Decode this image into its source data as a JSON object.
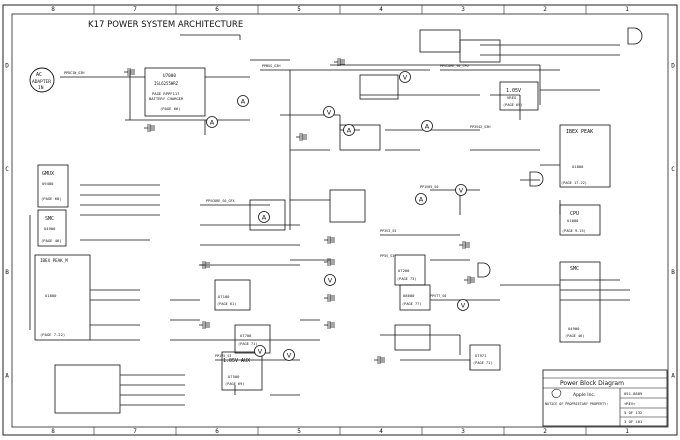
{
  "title": "K17 POWER SYSTEM ARCHITECTURE",
  "border": {
    "cols_top": [
      "8",
      "7",
      "6",
      "5",
      "4",
      "3",
      "2",
      "1"
    ],
    "rows_left": [
      "D",
      "C",
      "B",
      "A"
    ]
  },
  "blocks": {
    "ac_adapter": [
      "AC",
      "ADAPTER",
      "IN"
    ],
    "charger": [
      "U7000",
      "ISL6255HRZ",
      "PAGE RPPF11?",
      "BATTERY CHARGER",
      "(PAGE 66)"
    ],
    "gmux": [
      "GMUX",
      "U9480",
      "(PAGE 68)"
    ],
    "smc_left": [
      "SMC",
      "U4900",
      "(PAGE 46)"
    ],
    "ibex_peak_left": [
      "IBEX PEAK_M",
      "U1800",
      "(PAGE 7-22)"
    ],
    "ibex_peak_right": [
      "IBEX PEAK",
      "U1800",
      "(PAGE 17-22)"
    ],
    "cpu": [
      "CPU",
      "U1000",
      "(PAGE 9-15)"
    ],
    "smc_right": [
      "SMC",
      "U4900",
      "(PAGE 46)"
    ],
    "vtt_reg": [
      "1.05V",
      "VREG",
      "(PAGE 69)"
    ],
    "aux_reg": [
      "1.05V AUX",
      "U7500",
      "(PAGE 69)"
    ],
    "dual_reg": [
      "U7700",
      "(PAGE 71)"
    ],
    "u7100": [
      "U7100",
      "(PAGE 61)"
    ],
    "u7200": [
      "U7200",
      "(PAGE 73)"
    ],
    "u8600": [
      "U8600",
      "(PAGE 77)"
    ],
    "u7971": [
      "U7971",
      "(PAGE 71)"
    ]
  },
  "title_block": {
    "drawing_title": "Power Block Diagram",
    "company": "Apple Inc.",
    "drawing_number": "051-8889",
    "revision": "<REV>",
    "sheet": "5 OF 132",
    "page": "3 OF 101",
    "notice": "NOTICE OF PROPRIETARY PROPERTY:"
  },
  "nets": [
    "PPBUS_G3H",
    "PPDCIN_G3H",
    "PP3V42_G3H",
    "PPVCORE_S0_CPU",
    "PP1V05_S0",
    "PP3V3_S5",
    "PP5V_S3",
    "PPVTT_S0",
    "PP1V5_S3",
    "PPVCORE_S0_GFX"
  ]
}
